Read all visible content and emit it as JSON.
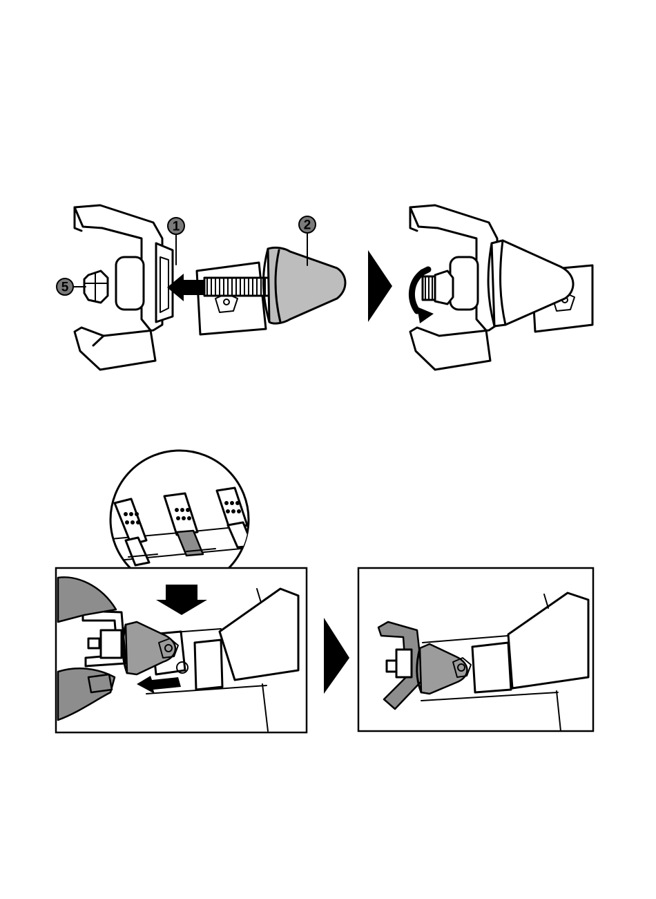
{
  "callouts": [
    {
      "label": "1",
      "part": "clamp"
    },
    {
      "label": "2",
      "part": "cone"
    },
    {
      "label": "5",
      "part": "nut"
    }
  ],
  "colors": {
    "ink": "#000000",
    "part_fill": "#bdbdbd",
    "callout_fill": "#7a7a7a",
    "shadow_fill": "#8d8d8d"
  },
  "icons": [
    "insert-arrow-icon",
    "step-arrow-icon",
    "rotate-arrow-icon",
    "down-arrow-icon",
    "push-arrow-icon"
  ]
}
